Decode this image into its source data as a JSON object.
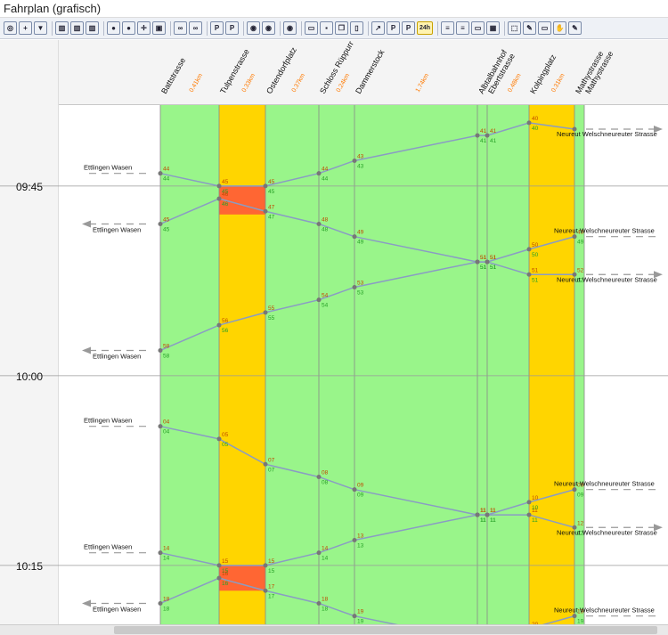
{
  "window": {
    "title": "Fahrplan (grafisch)"
  },
  "toolbar": {
    "buttons": [
      {
        "name": "binoculars-icon",
        "glyph": "◎"
      },
      {
        "name": "add-icon",
        "glyph": "+"
      },
      {
        "name": "filter-icon",
        "glyph": "▼"
      },
      {
        "sep": true
      },
      {
        "name": "columns-icon",
        "glyph": "▥"
      },
      {
        "name": "columns2-icon",
        "glyph": "▥"
      },
      {
        "name": "columns3-icon",
        "glyph": "▥"
      },
      {
        "sep": true
      },
      {
        "name": "record-icon",
        "glyph": "●"
      },
      {
        "name": "stop-icon",
        "glyph": "●"
      },
      {
        "name": "target-icon",
        "glyph": "✛"
      },
      {
        "name": "image-icon",
        "glyph": "▣"
      },
      {
        "sep": true
      },
      {
        "name": "link-icon",
        "glyph": "∞"
      },
      {
        "name": "unlink-icon",
        "glyph": "∞"
      },
      {
        "sep": true
      },
      {
        "name": "parking-icon",
        "glyph": "P"
      },
      {
        "name": "parking2-icon",
        "glyph": "P"
      },
      {
        "sep": true
      },
      {
        "name": "hide-icon",
        "glyph": "◉"
      },
      {
        "name": "eye-icon",
        "glyph": "◉"
      },
      {
        "sep": true
      },
      {
        "name": "eye-settings-icon",
        "glyph": "◉"
      },
      {
        "sep": true
      },
      {
        "name": "open-folder-icon",
        "glyph": "▭"
      },
      {
        "name": "save-icon",
        "glyph": "▪"
      },
      {
        "name": "copy-icon",
        "glyph": "❐"
      },
      {
        "name": "book-icon",
        "glyph": "▯"
      },
      {
        "sep": true
      },
      {
        "name": "route-icon",
        "glyph": "↗"
      },
      {
        "name": "pp-icon",
        "glyph": "P"
      },
      {
        "name": "pp2-icon",
        "glyph": "P"
      },
      {
        "name": "24h-icon",
        "glyph": "24h",
        "wide": true
      },
      {
        "sep": true
      },
      {
        "name": "list-icon",
        "glyph": "≡"
      },
      {
        "name": "layers-icon",
        "glyph": "≡"
      },
      {
        "name": "window-icon",
        "glyph": "▭"
      },
      {
        "name": "chart-icon",
        "glyph": "▦"
      },
      {
        "sep": true
      },
      {
        "name": "select-icon",
        "glyph": "⬚"
      },
      {
        "name": "wrench-icon",
        "glyph": "✎"
      },
      {
        "name": "zoom-icon",
        "glyph": "▭"
      },
      {
        "name": "hand-icon",
        "glyph": "✋"
      },
      {
        "name": "pencil-icon",
        "glyph": "✎"
      }
    ]
  },
  "colors": {
    "green": "#99f58a",
    "yellow": "#ffd500",
    "red": "#ff6633",
    "line": "#8a9cc4",
    "point": "#777777",
    "green_label": "#27a127",
    "red_label": "#c04a00",
    "dist": "#ff7a00"
  },
  "chart_data": {
    "type": "line",
    "stations": [
      {
        "name": "Battstrasse",
        "x": 0
      },
      {
        "name": "Tulpenstrasse",
        "x": 0.41
      },
      {
        "name": "Ostendorfplatz",
        "x": 0.74
      },
      {
        "name": "Schloss Rüppurr",
        "x": 1.11
      },
      {
        "name": "Dammerstock",
        "x": 1.35
      },
      {
        "name": "Albtalbahnhof",
        "x": 3.09
      },
      {
        "name": "Ebertstrasse",
        "x": 3.16
      },
      {
        "name": "Kolpingplatz",
        "x": 3.64
      },
      {
        "name": "Mathystrasse",
        "x": 3.95
      },
      {
        "name": "Mathystrasse",
        "x": 4.02
      }
    ],
    "distance_labels": [
      {
        "text": "0.41km",
        "between": [
          0,
          1
        ]
      },
      {
        "text": "0.33km",
        "between": [
          1,
          2
        ]
      },
      {
        "text": "0.37km",
        "between": [
          2,
          3
        ]
      },
      {
        "text": "0.24km",
        "between": [
          3,
          4
        ]
      },
      {
        "text": "1.74km",
        "between": [
          4,
          5
        ]
      },
      {
        "text": "0.48km",
        "between": [
          6,
          7
        ]
      },
      {
        "text": "0.31km",
        "between": [
          7,
          8
        ]
      }
    ],
    "time_labels": [
      "09:45",
      "10:00",
      "10:15"
    ],
    "band_colors": [
      "green",
      "yellow",
      "green",
      "green",
      "green",
      "green",
      "green",
      "yellow",
      "green"
    ],
    "red_blocks": [
      {
        "from": "09:45:00",
        "to": "09:47:15"
      },
      {
        "from": "10:15:00",
        "to": "10:17:00"
      }
    ],
    "labels": {
      "left": "Ettlingen Wasen",
      "right": "Neureut Welschneureuter Strasse"
    },
    "trips_out": [
      {
        "times": [
          "09:44",
          "09:45",
          "09:45",
          "09:44",
          "09:43",
          "09:41",
          "09:41",
          "09:40",
          "09:41",
          "09:41"
        ],
        "minutes": [
          "44",
          "45",
          "45",
          "44",
          "43",
          "41",
          "41",
          "40",
          "41",
          "41"
        ],
        "seconds": [
          "44",
          "45",
          "45",
          "44",
          "43",
          "41",
          "41",
          "40",
          "41",
          "41"
        ]
      }
    ]
  }
}
